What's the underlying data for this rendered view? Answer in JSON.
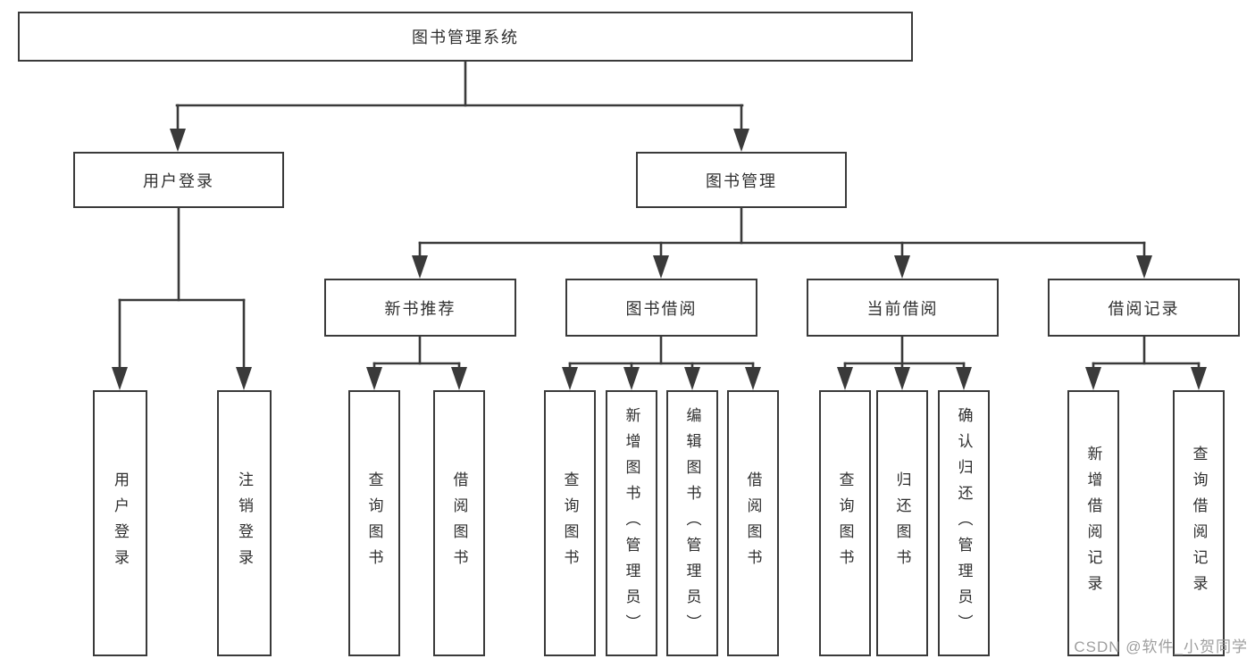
{
  "diagram": {
    "root": {
      "label": "图书管理系统"
    },
    "branches": [
      {
        "label": "用户登录",
        "children": [
          {
            "label": "用户登录"
          },
          {
            "label": "注销登录"
          }
        ]
      },
      {
        "label": "图书管理",
        "children": [
          {
            "label": "新书推荐",
            "children": [
              {
                "label": "查询图书"
              },
              {
                "label": "借阅图书"
              }
            ]
          },
          {
            "label": "图书借阅",
            "children": [
              {
                "label": "查询图书"
              },
              {
                "label": "新增图书（管理员）"
              },
              {
                "label": "编辑图书（管理员）"
              },
              {
                "label": "借阅图书"
              }
            ]
          },
          {
            "label": "当前借阅",
            "children": [
              {
                "label": "查询图书"
              },
              {
                "label": "归还图书"
              },
              {
                "label": "确认归还（管理员）"
              }
            ]
          },
          {
            "label": "借阅记录",
            "children": [
              {
                "label": "新增借阅记录"
              },
              {
                "label": "查询借阅记录"
              }
            ]
          }
        ]
      }
    ]
  },
  "watermark": {
    "text": "CSDN @软件_小贺同学"
  },
  "colors": {
    "line": "#3a3a3a",
    "text": "#2f2f2f",
    "watermark": "#949494",
    "background": "#ffffff"
  }
}
